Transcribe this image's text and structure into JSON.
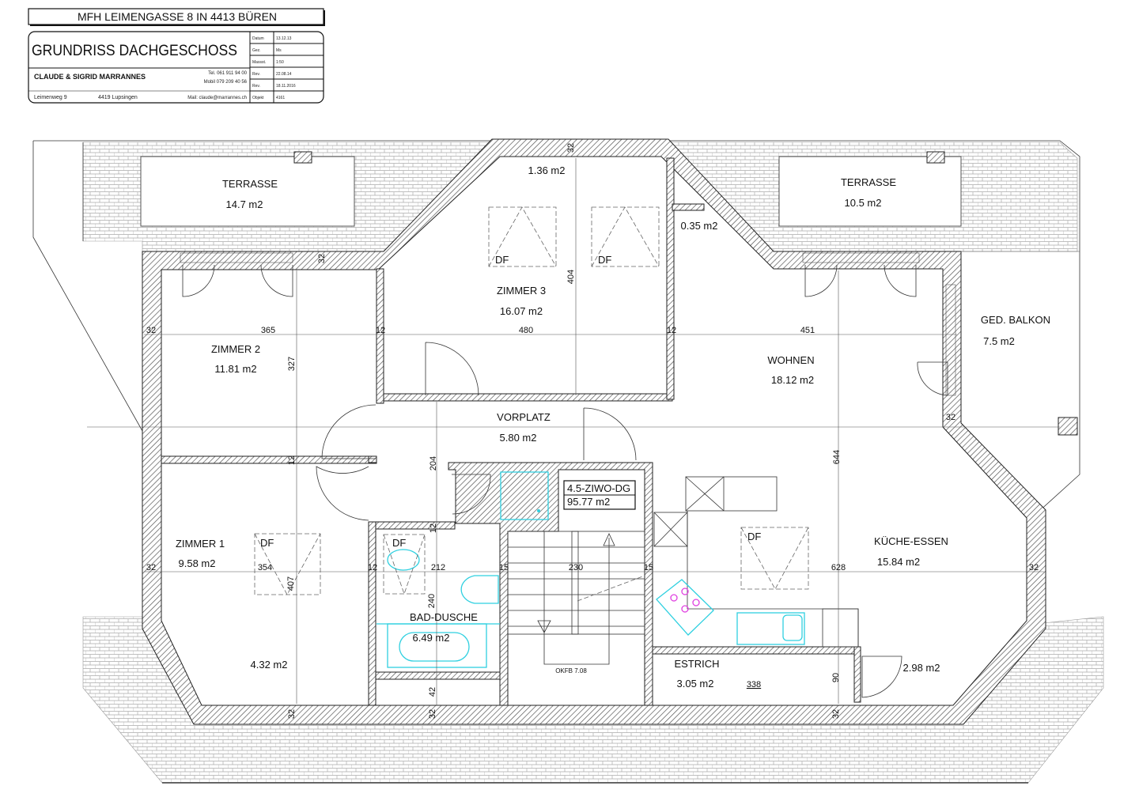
{
  "header": {
    "project_title": "MFH   LEIMENGASSE 8    IN    4413  BÜREN",
    "drawing_title": "GRUNDRISS  DACHGESCHOSS",
    "client_name": "CLAUDE & SIGRID MARRANNES",
    "phone": "Tel. 061 911 94 00",
    "mobile": "Mobil 079 209 40 56",
    "street": "Leimenweg 9",
    "city": "4419 Lupsingen",
    "mail": "Mail: claude@marrannes.ch",
    "meta": [
      {
        "key": "Datum",
        "value": "13.12.13"
      },
      {
        "key": "Gez.",
        "value": "Ms"
      },
      {
        "key": "Massst.",
        "value": "1:50"
      },
      {
        "key": "Rev.",
        "value": "22.08.14"
      },
      {
        "key": "Rev.",
        "value": "18.11.2016"
      },
      {
        "key": "Objekt",
        "value": "4161"
      }
    ]
  },
  "rooms": {
    "terrasse_left": {
      "name": "TERRASSE",
      "area": "14.7 m2"
    },
    "terrasse_right": {
      "name": "TERRASSE",
      "area": "10.5 m2"
    },
    "gable_area": {
      "area": "1.36 m2"
    },
    "niche": {
      "area": "0.35 m2"
    },
    "zimmer3": {
      "name": "ZIMMER 3",
      "area": "16.07 m2"
    },
    "zimmer2": {
      "name": "ZIMMER 2",
      "area": "11.81 m2"
    },
    "wohnen": {
      "name": "WOHNEN",
      "area": "18.12 m2"
    },
    "balkon": {
      "name": "GED. BALKON",
      "area": "7.5 m2"
    },
    "vorplatz": {
      "name": "VORPLATZ",
      "area": "5.80 m2"
    },
    "unit": {
      "name": "4.5-ZIWO-DG",
      "area": "95.77 m2"
    },
    "zimmer1": {
      "name": "ZIMMER 1",
      "area": "9.58 m2"
    },
    "zimmer1_low": {
      "area": "4.32 m2"
    },
    "bad": {
      "name": "BAD-DUSCHE",
      "area": "6.49 m2"
    },
    "kueche": {
      "name": "KÜCHE-ESSEN",
      "area": "15.84 m2"
    },
    "estrich": {
      "name": "ESTRICH",
      "area": "3.05 m2"
    },
    "estrich2": {
      "area": "2.98 m2"
    }
  },
  "labels": {
    "skylight": "DF",
    "stair_level": "OKFB 7.08"
  },
  "dimensions": [
    "32",
    "365",
    "327",
    "12",
    "480",
    "404",
    "12",
    "451",
    "32",
    "644",
    "204",
    "32",
    "354",
    "407",
    "12",
    "212",
    "240",
    "15",
    "230",
    "15",
    "628",
    "32",
    "32",
    "42",
    "32",
    "338",
    "90",
    "32",
    "32",
    "12",
    "32",
    "12"
  ]
}
